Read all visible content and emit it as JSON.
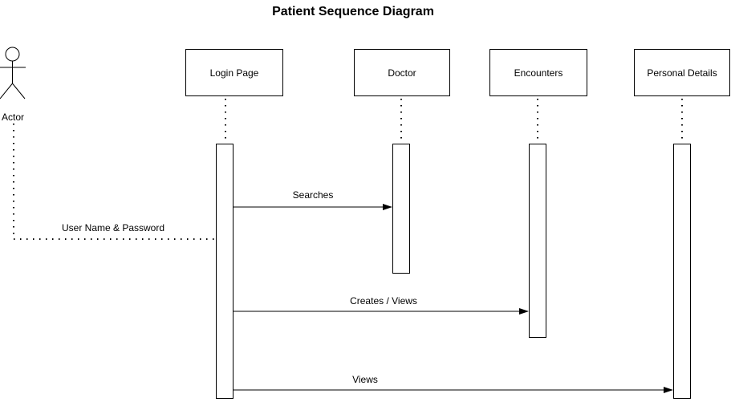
{
  "title": "Patient Sequence Diagram",
  "actor": {
    "label": "Actor"
  },
  "lifelines": [
    {
      "label": "Login Page"
    },
    {
      "label": "Doctor"
    },
    {
      "label": "Encounters"
    },
    {
      "label": "Personal Details"
    }
  ],
  "messages": [
    {
      "label": "Searches",
      "from": "Login Page",
      "to": "Doctor",
      "line": "solid",
      "arrowhead": "filled"
    },
    {
      "label": "User Name & Password",
      "from": "Actor",
      "to": "Login Page",
      "line": "dotted",
      "arrowhead": "none"
    },
    {
      "label": "Creates / Views",
      "from": "Login Page",
      "to": "Encounters",
      "line": "solid",
      "arrowhead": "filled"
    },
    {
      "label": "Views",
      "from": "Login Page",
      "to": "Personal Details",
      "line": "solid",
      "arrowhead": "filled"
    }
  ],
  "colors": {
    "background": "#ffffff",
    "stroke": "#000000",
    "text": "#000000",
    "box_fill": "#ffffff"
  }
}
